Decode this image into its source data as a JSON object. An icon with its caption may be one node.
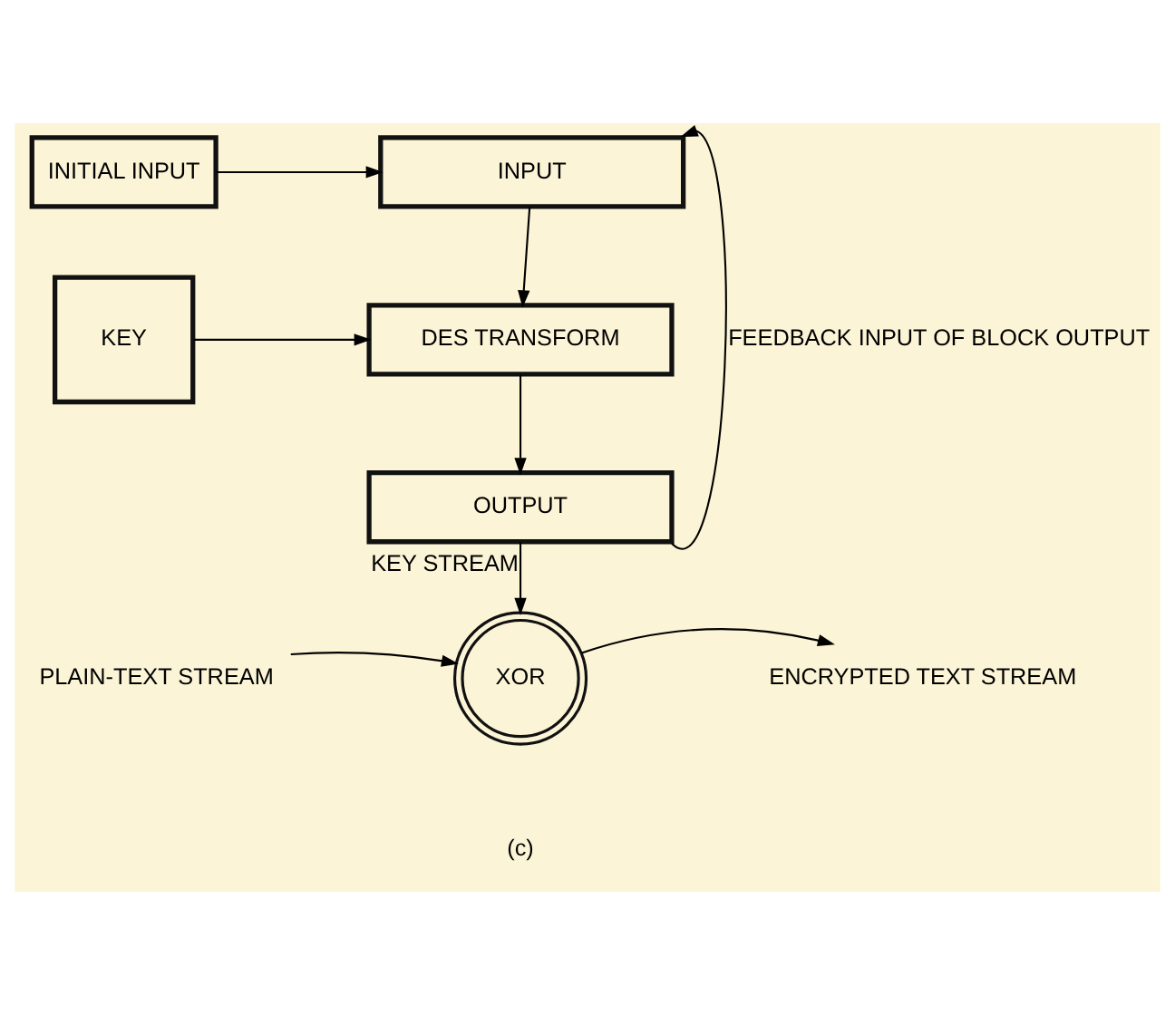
{
  "diagram": {
    "nodes": [
      {
        "text": [
          "INITIAL INPUT"
        ]
      },
      {
        "text": [
          "INPUT"
        ]
      },
      {
        "text": [
          "KEY"
        ]
      },
      {
        "text": [
          "DES TRANSFORM"
        ]
      },
      {
        "text": [
          "OUTPUT"
        ]
      },
      {
        "text": [
          "XOR"
        ]
      },
      {
        "text": [
          "PLAIN-TEXT STREAM"
        ]
      },
      {
        "text": [
          "ENCRYPTED TEXT STREAM"
        ]
      }
    ],
    "edges": [
      {
        "from": 0,
        "to": 1,
        "arrow": "to"
      },
      {
        "from": 1,
        "to": 3,
        "arrow": "to"
      },
      {
        "from": 2,
        "to": 3,
        "arrow": "to"
      },
      {
        "from": 3,
        "to": 4,
        "arrow": "to"
      },
      {
        "from": 4,
        "to": 5,
        "arrow": "to",
        "label": "KEY STREAM"
      },
      {
        "from": 4,
        "to": 1,
        "arrow": "to",
        "label": "FEEDBACK INPUT OF BLOCK OUTPUT"
      },
      {
        "from": 6,
        "to": 5,
        "arrow": "to"
      },
      {
        "from": 5,
        "to": 7,
        "arrow": "to"
      }
    ],
    "labels": [
      "(c)"
    ]
  }
}
